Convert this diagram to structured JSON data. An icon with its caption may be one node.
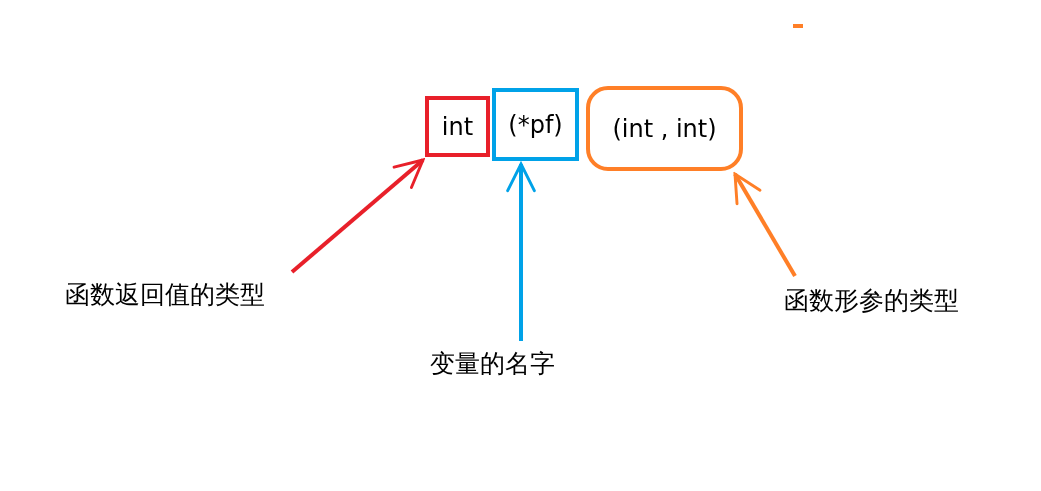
{
  "diagram": {
    "nodes": [
      {
        "text": [
          "int"
        ]
      },
      {
        "text": [
          "(*pf)"
        ]
      },
      {
        "text": [
          "(int , int)"
        ]
      },
      {
        "text": [
          "函数返回值的类型"
        ]
      },
      {
        "text": [
          "变量的名字"
        ]
      },
      {
        "text": [
          "函数形参的类型"
        ]
      }
    ],
    "edges": [
      {
        "from": 3,
        "to": 0,
        "arrow": "to",
        "color": "#e8202a"
      },
      {
        "from": 4,
        "to": 1,
        "arrow": "to",
        "color": "#00a2e8"
      },
      {
        "from": 5,
        "to": 2,
        "arrow": "to",
        "color": "#ff7f27"
      }
    ]
  }
}
